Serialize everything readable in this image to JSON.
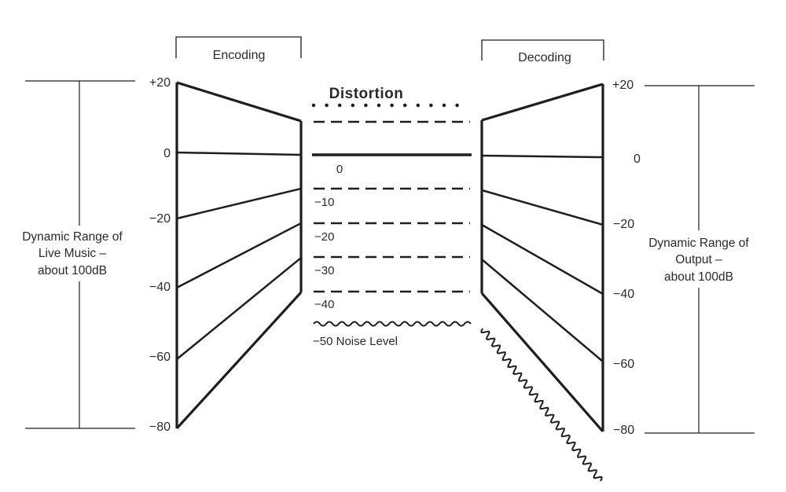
{
  "encoding_label": "Encoding",
  "decoding_label": "Decoding",
  "distortion_label": "Distortion",
  "noise_label": "−50  Noise Level",
  "left_axis_ticks": [
    "+20",
    "0",
    "−20",
    "−40",
    "−60",
    "−80"
  ],
  "right_axis_ticks": [
    "+20",
    "0",
    "−20",
    "−40",
    "−60",
    "−80"
  ],
  "middle_ticks": [
    "0",
    "−10",
    "−20",
    "−30",
    "−40"
  ],
  "left_caption": [
    "Dynamic Range of",
    "Live Music –",
    "about 100dB"
  ],
  "right_caption": [
    "Dynamic Range of",
    "Output –",
    "about 100dB"
  ],
  "colors": {
    "ink": "#1e1e1e",
    "background": "#ffffff"
  }
}
